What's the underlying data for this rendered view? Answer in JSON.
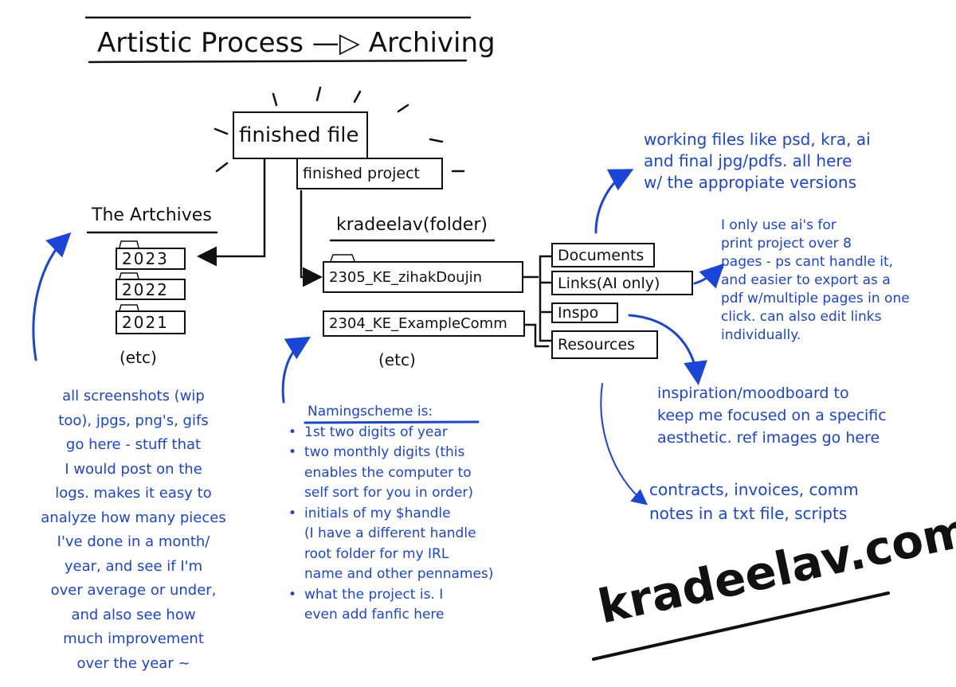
{
  "title": "Artistic Process —▷ Archiving",
  "nodes": {
    "finished_file": "finished file",
    "finished_project": "finished project",
    "archives_label": "The Artchives",
    "archive_folders": [
      "2023",
      "2022",
      "2021"
    ],
    "archives_etc": "(etc)",
    "root_folder_label": "kradeelav(folder)",
    "project_folders": [
      "2305_KE_zihakDoujin",
      "2304_KE_ExampleComm"
    ],
    "projects_etc": "(etc)",
    "subfolders": [
      "Documents",
      "Links(AI only)",
      "Inspo",
      "Resources"
    ]
  },
  "notes": {
    "documents": [
      "working files like psd, kra, ai",
      "and final jpg/pdfs. all here",
      "w/ the appropiate versions"
    ],
    "links": [
      "I only use ai's for",
      "print project over 8",
      "pages - ps cant handle it,",
      "and easier to export as a",
      "pdf w/multiple pages in one",
      "click. can also edit links",
      "individually."
    ],
    "inspo": [
      "inspiration/moodboard to",
      "keep me focused on a specific",
      "aesthetic. ref images go here"
    ],
    "resources": [
      "contracts, invoices, comm",
      "notes in a txt file, scripts"
    ],
    "archives": [
      "all screenshots (wip",
      "too), jpgs, png's, gifs",
      "go here - stuff that",
      "I would post on the",
      "logs. makes it easy to",
      "analyze how many pieces",
      "I've done in a month/",
      "year, and see if I'm",
      "over average or under,",
      "and also see how",
      "much improvement",
      "over the year ~"
    ],
    "naming_title": "Namingscheme is:",
    "naming_items": [
      [
        "1st two digits of year"
      ],
      [
        "two monthly digits (this",
        "enables the computer to",
        "self sort for you in order)"
      ],
      [
        "initials of my $handle",
        "(I have a different handle",
        "root folder for my IRL",
        "name and other pennames)"
      ],
      [
        "what the project is. I",
        "even add fanfic here"
      ]
    ]
  },
  "signature": "kradeelav.com",
  "colors": {
    "ink": "#111111",
    "note": "#1a45d8"
  }
}
